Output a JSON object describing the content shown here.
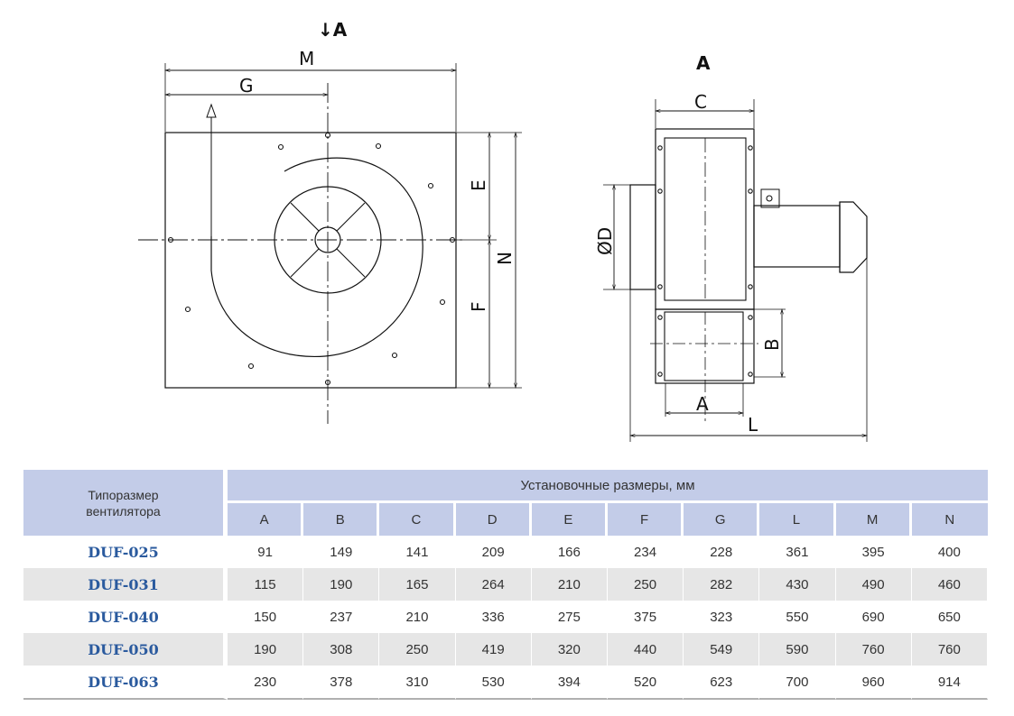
{
  "drawing": {
    "view_arrow_label": "↓A",
    "side_view_title": "A",
    "labels": {
      "M": "M",
      "G": "G",
      "E": "E",
      "F": "F",
      "N": "N",
      "C": "C",
      "D": "ØD",
      "B": "B",
      "A": "A",
      "L": "L"
    }
  },
  "table": {
    "type_header": [
      "Типоразмер",
      "вентилятора"
    ],
    "group_header": "Установочные размеры, мм",
    "columns": [
      "A",
      "B",
      "C",
      "D",
      "E",
      "F",
      "G",
      "L",
      "M",
      "N"
    ],
    "rows": [
      {
        "model": "DUF-025",
        "values": [
          "91",
          "149",
          "141",
          "209",
          "166",
          "234",
          "228",
          "361",
          "395",
          "400"
        ]
      },
      {
        "model": "DUF-031",
        "values": [
          "115",
          "190",
          "165",
          "264",
          "210",
          "250",
          "282",
          "430",
          "490",
          "460"
        ]
      },
      {
        "model": "DUF-040",
        "values": [
          "150",
          "237",
          "210",
          "336",
          "275",
          "375",
          "323",
          "550",
          "690",
          "650"
        ]
      },
      {
        "model": "DUF-050",
        "values": [
          "190",
          "308",
          "250",
          "419",
          "320",
          "440",
          "549",
          "590",
          "760",
          "760"
        ]
      },
      {
        "model": "DUF-063",
        "values": [
          "230",
          "378",
          "310",
          "530",
          "394",
          "520",
          "623",
          "700",
          "960",
          "914"
        ]
      }
    ]
  }
}
